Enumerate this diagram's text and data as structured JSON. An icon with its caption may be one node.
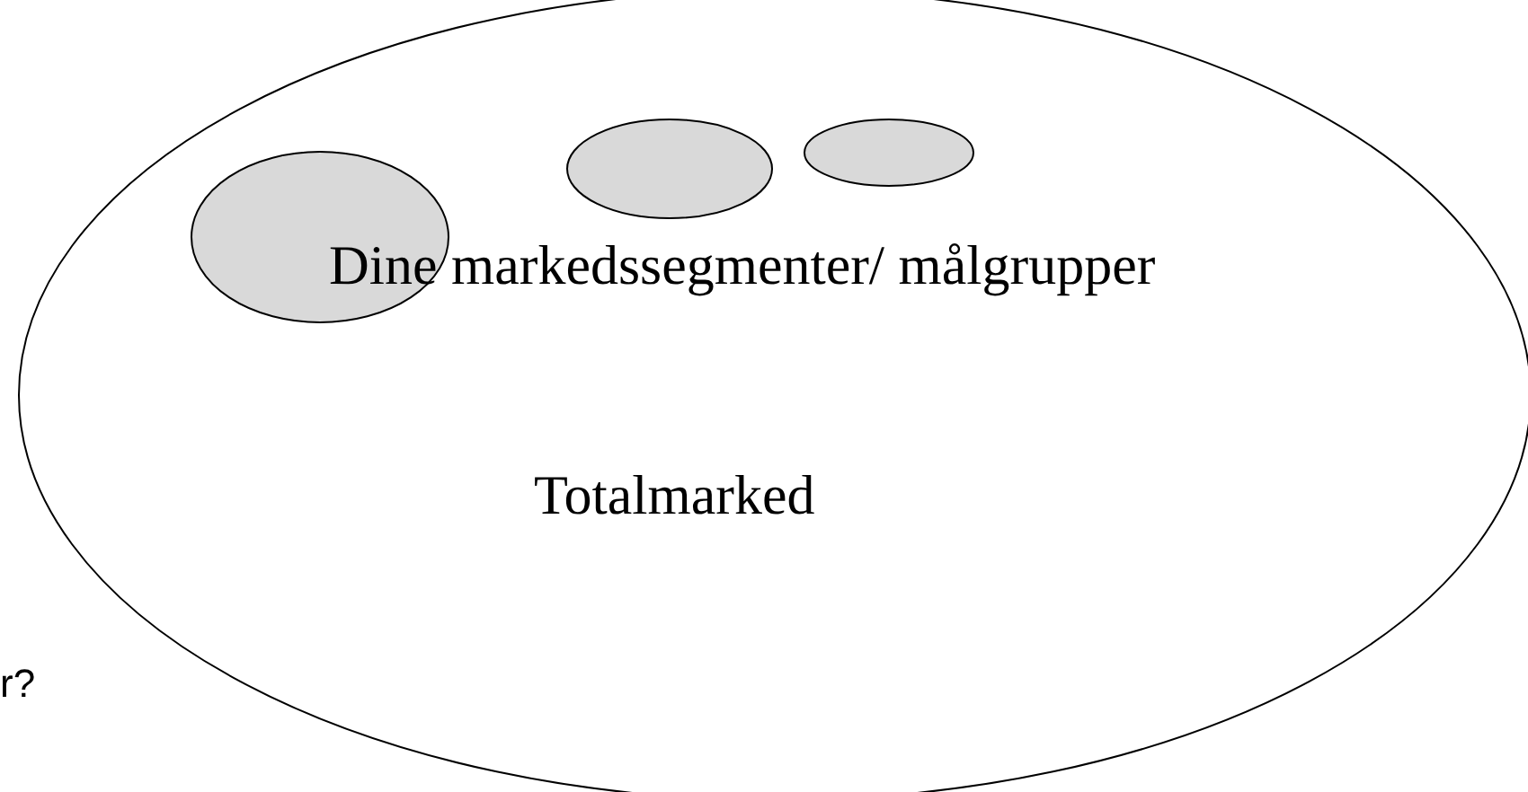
{
  "diagram": {
    "nodes": [
      {
        "text": [
          "Totalmarked"
        ]
      },
      {
        "text": [],
        "shape": "ellipse",
        "in": 0
      },
      {
        "text": [],
        "shape": "ellipse",
        "in": 0
      },
      {
        "text": [],
        "shape": "ellipse",
        "in": 0
      }
    ],
    "labels": [
      "Dine markedssegmenter/ målgrupper",
      "r?"
    ]
  }
}
